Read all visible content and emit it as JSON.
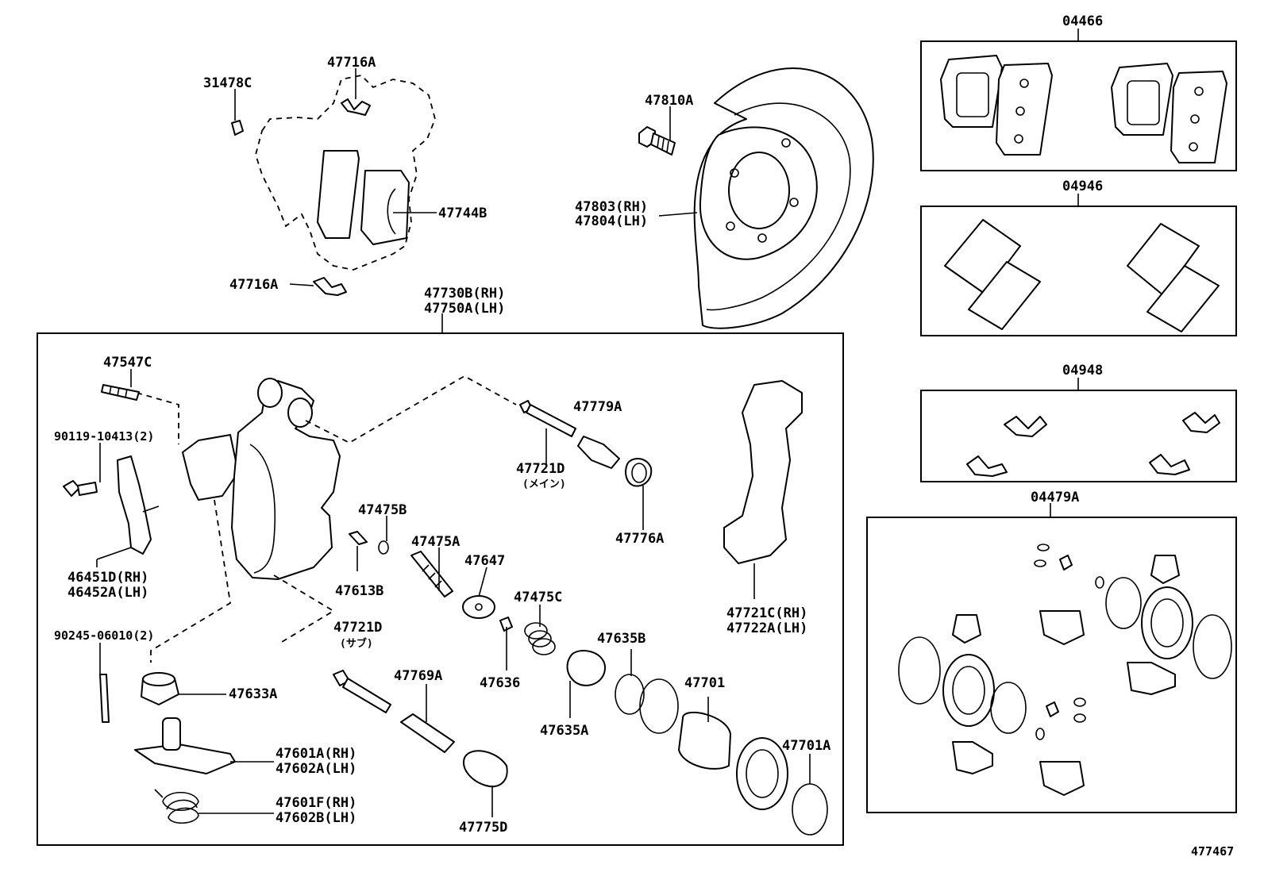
{
  "labels": {
    "l31478C": "31478C",
    "l47716A_top": "47716A",
    "l47744B": "47744B",
    "l47716A_bottom": "47716A",
    "l47810A": "47810A",
    "l47803": "47803(RH)",
    "l47804": "47804(LH)",
    "l47730B": "47730B(RH)",
    "l47750A": "47750A(LH)",
    "l04466": "04466",
    "l04946": "04946",
    "l04948": "04948",
    "l04479A": "04479A",
    "l47547C": "47547C",
    "l90119": "90119-10413(2)",
    "l46451D": "46451D(RH)",
    "l46452A": "46452A(LH)",
    "l90245": "90245-06010(2)",
    "l47633A": "47633A",
    "l47601A": "47601A(RH)",
    "l47602A": "47602A(LH)",
    "l47601F": "47601F(RH)",
    "l47602B": "47602B(LH)",
    "l47779A": "47779A",
    "l47721D_main": "47721D",
    "main_note": "(メイン)",
    "l47776A": "47776A",
    "l47475B": "47475B",
    "l47475A": "47475A",
    "l47647": "47647",
    "l47613B": "47613B",
    "l47475C": "47475C",
    "l47721D_sub": "47721D",
    "sub_note": "(サブ)",
    "l47636": "47636",
    "l47635B": "47635B",
    "l47769A": "47769A",
    "l47635A": "47635A",
    "l47701": "47701",
    "l47701A": "47701A",
    "l47775D": "47775D",
    "l47721C": "47721C(RH)",
    "l47722A": "47722A(LH)",
    "diagram_id": "477467"
  }
}
